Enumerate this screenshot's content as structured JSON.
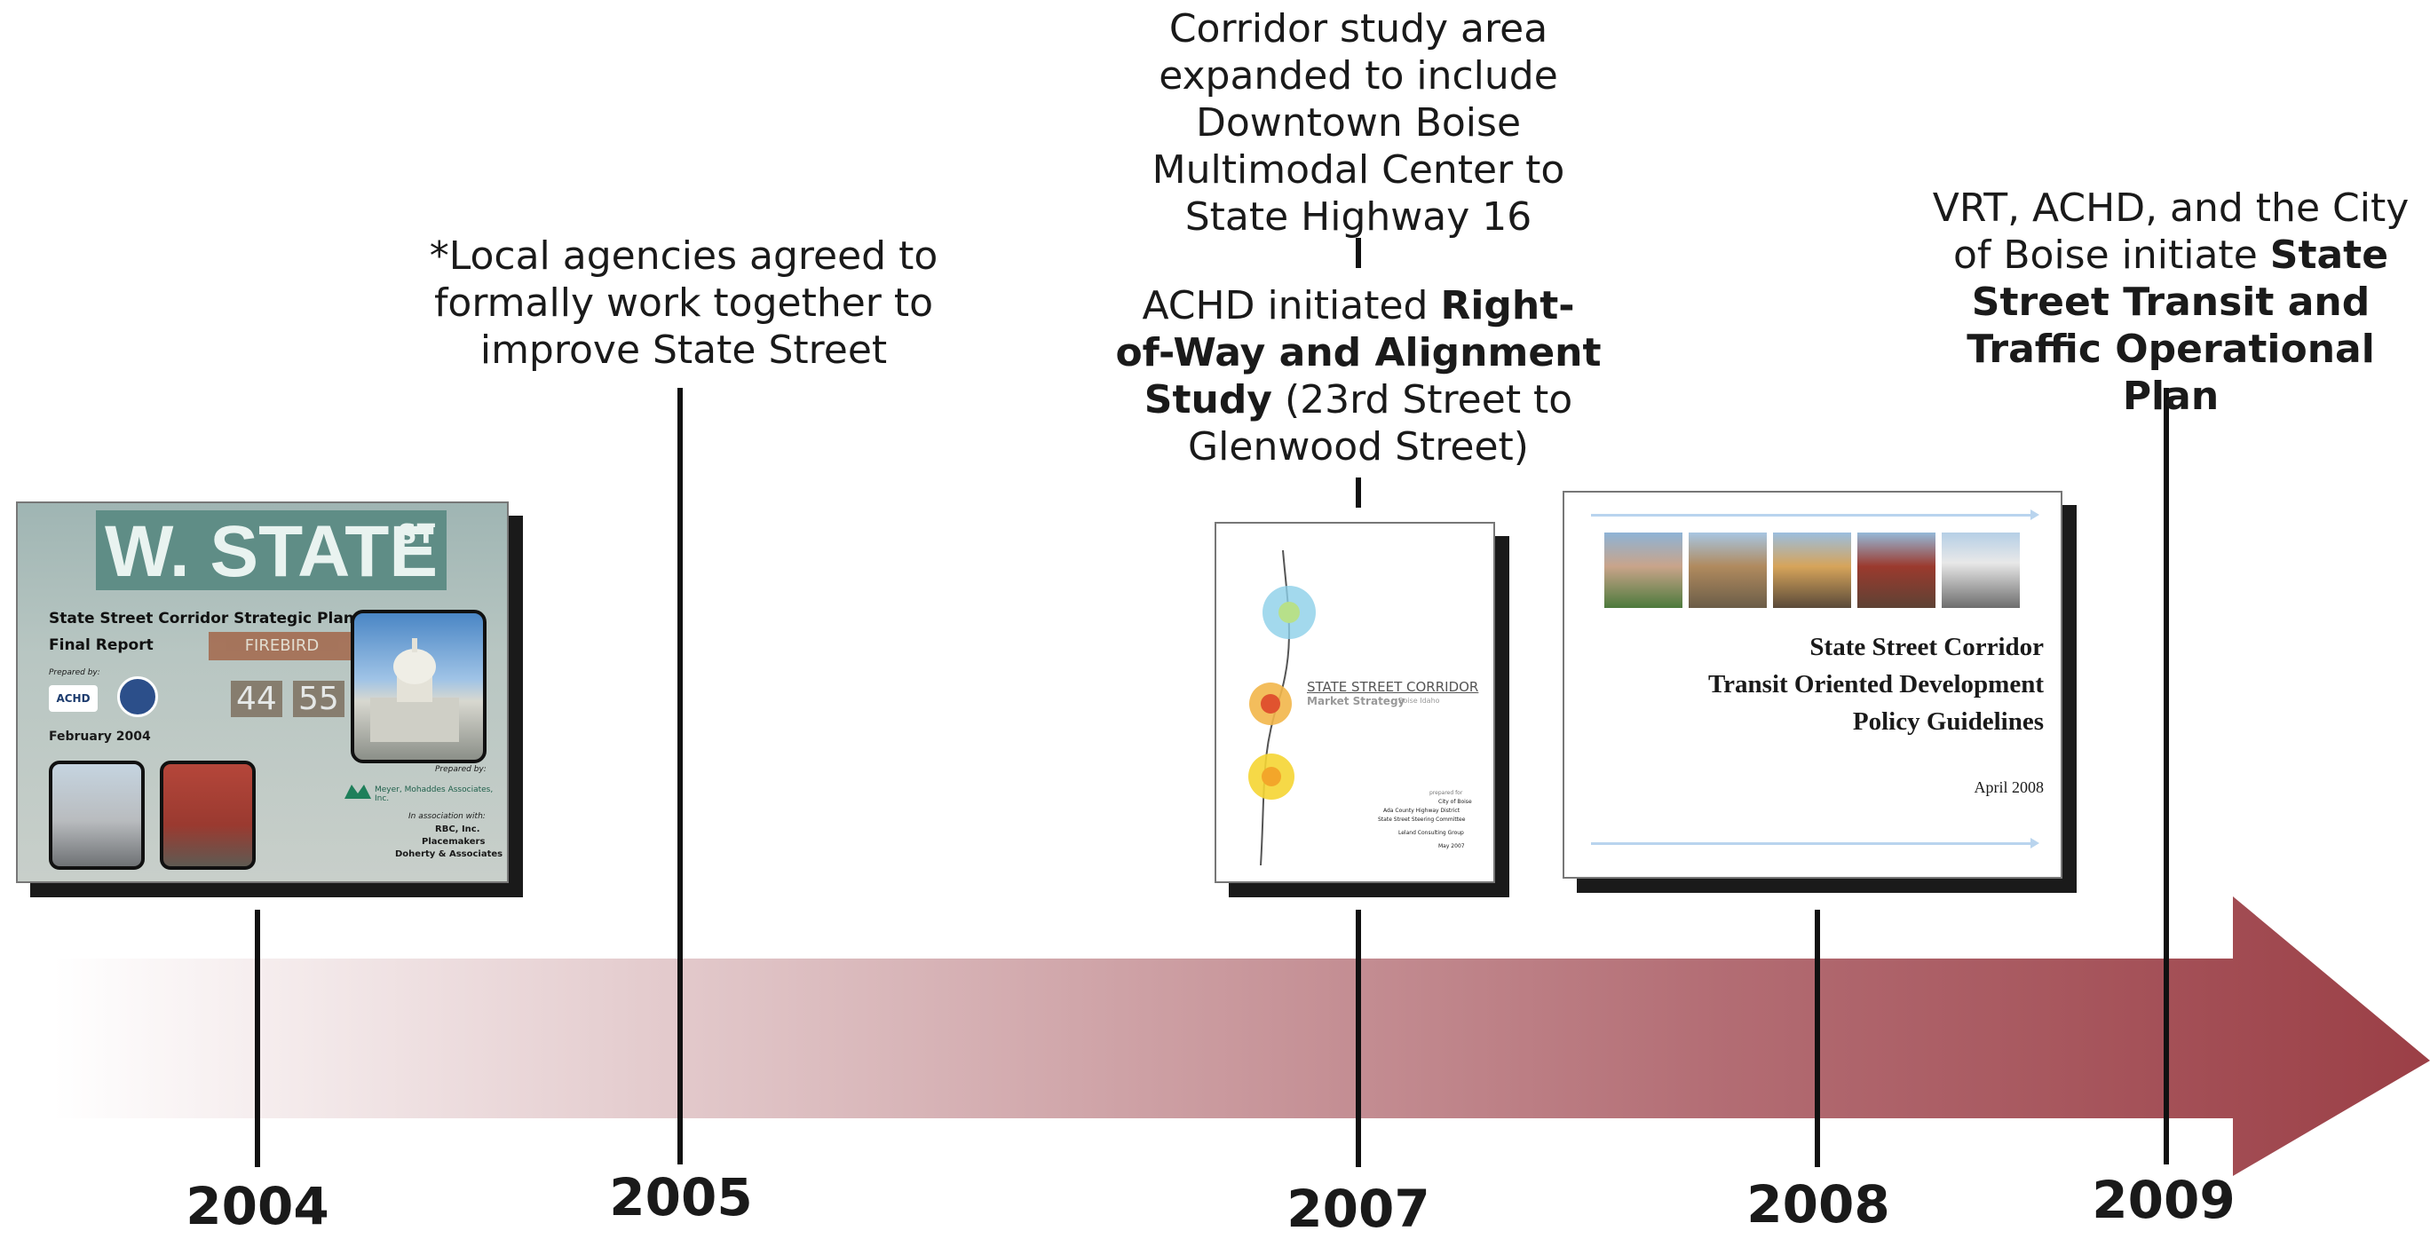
{
  "timeline": {
    "years": [
      "2004",
      "2005",
      "2007",
      "2008",
      "2009"
    ],
    "arrow_color": "#9b3f46"
  },
  "events": {
    "e2005": "*Local agencies agreed to formally work together to improve State Street",
    "e2007_top": "Corridor study area expanded to include Downtown Boise Multimodal Center to State Highway 16",
    "e2007_main_pre": "ACHD initiated ",
    "e2007_main_bold": "Right-of-Way and Alignment Study",
    "e2007_main_post": " (23rd Street to Glenwood Street)",
    "e2009_pre": "VRT, ACHD, and the City of Boise initiate ",
    "e2009_bold": "State Street Transit and Traffic Operational Plan"
  },
  "doc2004": {
    "sign_main": "W. STATE",
    "sign_suffix": "ST",
    "title": "State Street Corridor Strategic Plan Study",
    "subtitle": "Final Report",
    "prepared_by_label": "Prepared by:",
    "logo1": "ACHD",
    "date": "February 2004",
    "street_sign": "FIREBIRD",
    "route1": "44",
    "route2": "55",
    "prepared_by2": "Prepared by:",
    "firm": "Meyer, Mohaddes Associates, Inc.",
    "assoc_label": "In association with:",
    "assoc1": "RBC, Inc.",
    "assoc2": "Placemakers",
    "assoc3": "Doherty & Associates"
  },
  "doc2007": {
    "title": "STATE STREET CORRIDOR",
    "subtitle": "Market Strategy",
    "subtitle_right": "Boise Idaho",
    "prepared_for_label": "prepared for",
    "org1": "City of Boise",
    "org2": "Ada County Highway District",
    "org3": "State Street Steering Committee",
    "consultant": "Leland Consulting Group",
    "date": "May 2007"
  },
  "doc2008": {
    "line1": "State Street Corridor",
    "line2": "Transit Oriented Development",
    "line3": "Policy Guidelines",
    "date": "April 2008"
  }
}
